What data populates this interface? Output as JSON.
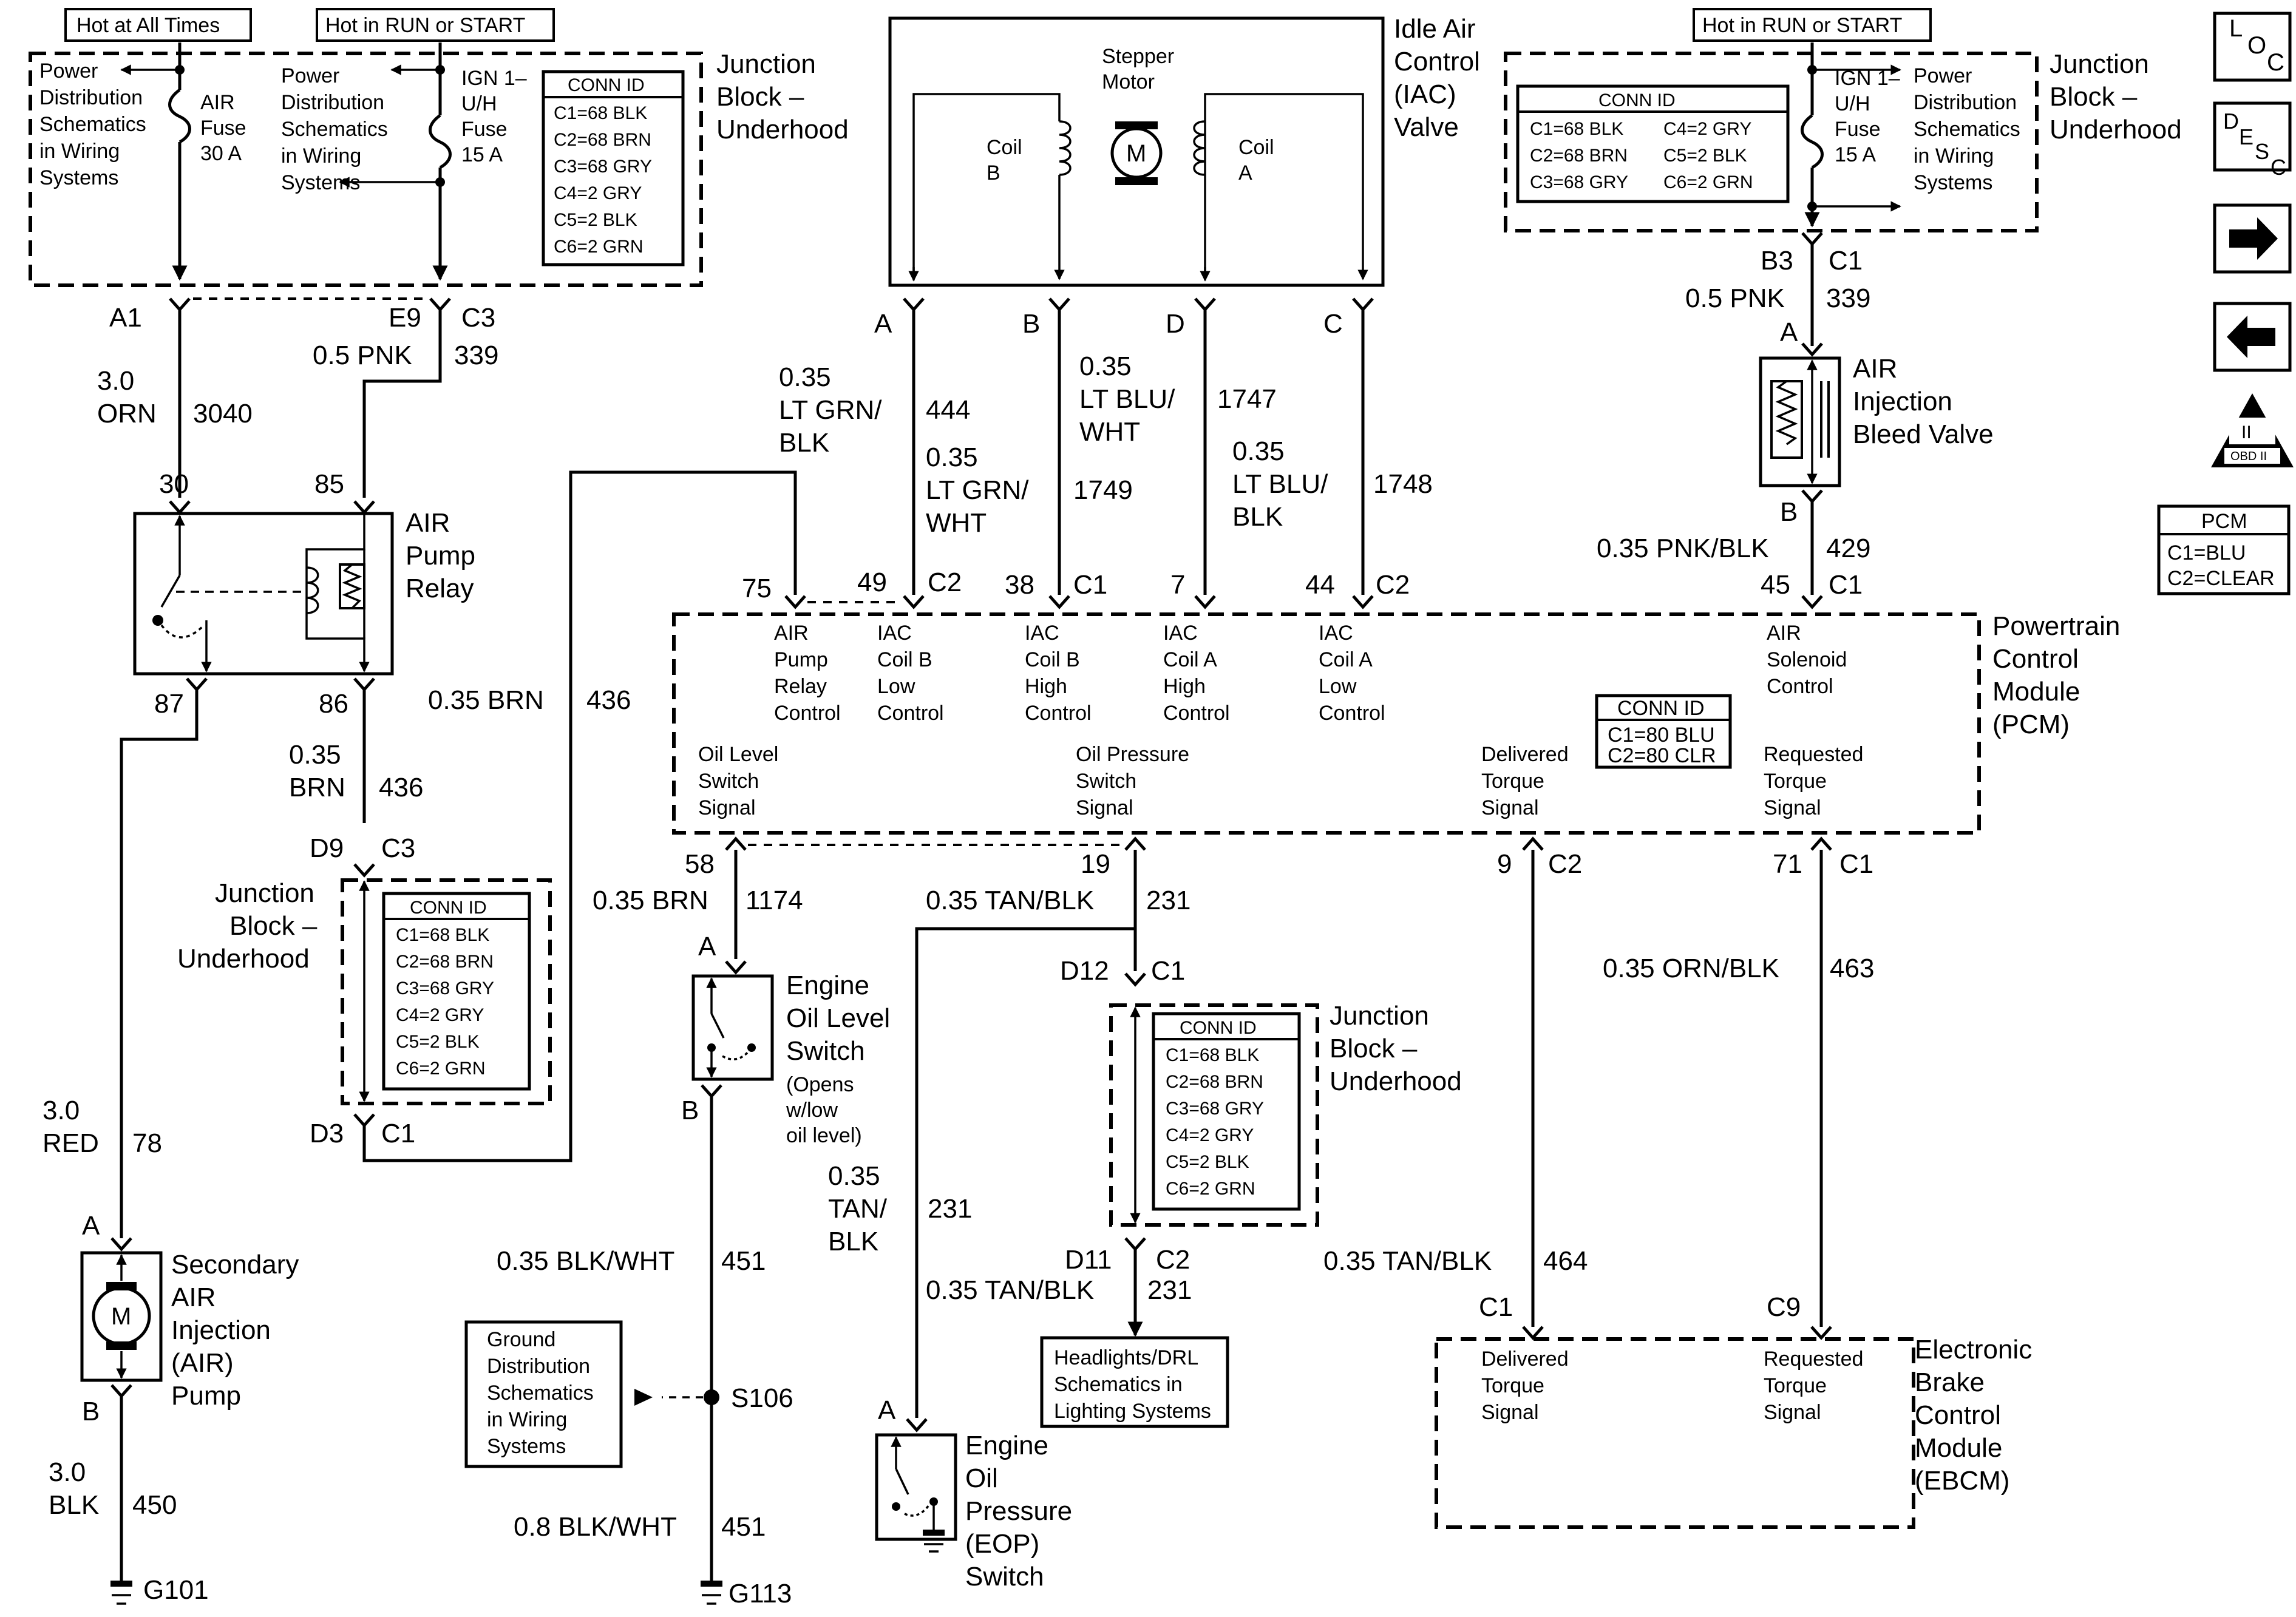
{
  "diagram": {
    "hot_labels": {
      "air_fuse": "Hot at All Times",
      "ign_left": "Hot in RUN or START",
      "ign_right": "Hot in RUN or START"
    },
    "jb_title": [
      "Junction",
      "Block –",
      "Underhood"
    ],
    "conn_id_header": "CONN ID",
    "jb_conn": [
      "C1=68 BLK",
      "C2=68 BRN",
      "C3=68 GRY",
      "C4=2 GRY",
      "C5=2 BLK",
      "C6=2 GRN"
    ],
    "power_dist": [
      "Power",
      "Distribution",
      "Schematics",
      "in Wiring",
      "Systems"
    ],
    "air_fuse": [
      "AIR",
      "Fuse",
      "30 A"
    ],
    "ign_fuse": [
      "IGN 1–",
      "U/H",
      "Fuse",
      "15 A"
    ],
    "iac": {
      "title": [
        "Idle Air",
        "Control",
        "(IAC)",
        "Valve"
      ],
      "stepper": [
        "Stepper",
        "Motor"
      ],
      "coil_b": [
        "Coil",
        "B"
      ],
      "coil_a": [
        "Coil",
        "A"
      ],
      "motor": "M",
      "pins": [
        "A",
        "B",
        "D",
        "C"
      ]
    },
    "air_relay": {
      "title": [
        "AIR",
        "Pump",
        "Relay"
      ],
      "pins": {
        "p30": "30",
        "p85": "85",
        "p87": "87",
        "p86": "86"
      }
    },
    "pcm": {
      "title": [
        "Powertrain",
        "Control",
        "Module",
        "(PCM)"
      ],
      "conn_id": [
        "C1=80 BLU",
        "C2=80 CLR"
      ],
      "legend_title": "PCM",
      "legend": [
        "C1=BLU",
        "C2=CLEAR"
      ],
      "labels": {
        "air_pump": [
          "AIR",
          "Pump",
          "Relay",
          "Control"
        ],
        "coil_b_low": [
          "IAC",
          "Coil B",
          "Low",
          "Control"
        ],
        "coil_b_high": [
          "IAC",
          "Coil B",
          "High",
          "Control"
        ],
        "coil_a_high": [
          "IAC",
          "Coil A",
          "High",
          "Control"
        ],
        "coil_a_low": [
          "IAC",
          "Coil A",
          "Low",
          "Control"
        ],
        "air_solenoid": [
          "AIR",
          "Solenoid",
          "Control"
        ],
        "oil_level": [
          "Oil Level",
          "Switch",
          "Signal"
        ],
        "oil_pressure": [
          "Oil Pressure",
          "Switch",
          "Signal"
        ],
        "delivered": [
          "Delivered",
          "Torque",
          "Signal"
        ],
        "requested": [
          "Requested",
          "Torque",
          "Signal"
        ]
      },
      "top_pins": [
        {
          "pin": "75",
          "conn": ""
        },
        {
          "pin": "49",
          "conn": "C2"
        },
        {
          "pin": "38",
          "conn": "C1"
        },
        {
          "pin": "7",
          "conn": ""
        },
        {
          "pin": "44",
          "conn": "C2"
        },
        {
          "pin": "45",
          "conn": "C1"
        }
      ],
      "bottom_pins": [
        {
          "pin": "58",
          "conn": ""
        },
        {
          "pin": "19",
          "conn": ""
        },
        {
          "pin": "9",
          "conn": "C2"
        },
        {
          "pin": "71",
          "conn": "C1"
        }
      ]
    },
    "air_bleed": {
      "title": [
        "AIR",
        "Injection",
        "Bleed Valve"
      ],
      "pin_a": "A",
      "pin_b": "B"
    },
    "oil_level_switch": {
      "title": [
        "Engine",
        "Oil Level",
        "Switch"
      ],
      "note": [
        "(Opens",
        "w/low",
        "oil level)"
      ],
      "pin_a": "A",
      "pin_b": "B"
    },
    "eop_switch": {
      "title": [
        "Engine",
        "Oil",
        "Pressure",
        "(EOP)",
        "Switch"
      ],
      "pin_a": "A"
    },
    "air_pump": {
      "title": [
        "Secondary",
        "AIR",
        "Injection",
        "(AIR)",
        "Pump"
      ],
      "motor": "M",
      "pin_a": "A",
      "pin_b": "B"
    },
    "ebcm": {
      "title": [
        "Electronic",
        "Brake",
        "Control",
        "Module",
        "(EBCM)"
      ],
      "delivered": [
        "Delivered",
        "Torque",
        "Signal"
      ],
      "requested": [
        "Requested",
        "Torque",
        "Signal"
      ],
      "c1": "C1",
      "c9": "C9"
    },
    "ground_dist": [
      "Ground",
      "Distribution",
      "Schematics",
      "in Wiring",
      "Systems"
    ],
    "headlights": [
      "Headlights/DRL",
      "Schematics in",
      "Lighting Systems"
    ],
    "splice": "S106",
    "grounds": {
      "g101": "G101",
      "g113": "G113"
    },
    "connectors": {
      "a1": "A1",
      "e9": "E9",
      "c3_top": "C3",
      "b3": "B3",
      "c1_top_right": "C1",
      "d9": "D9",
      "c3_mid": "C3",
      "d3": "D3",
      "c1_mid": "C1",
      "d12": "D12",
      "c1_lower": "C1",
      "d11": "D11",
      "c2_lower": "C2"
    },
    "wires": {
      "w3040": [
        "3.0",
        "ORN",
        "3040"
      ],
      "w339_left": [
        "0.5 PNK",
        "339"
      ],
      "w339_right": [
        "0.5 PNK",
        "339"
      ],
      "w444": [
        "0.35",
        "LT GRN/",
        "BLK",
        "444"
      ],
      "w1749": [
        "0.35",
        "LT GRN/",
        "WHT",
        "1749"
      ],
      "w1747": [
        "0.35",
        "LT BLU/",
        "WHT",
        "1747"
      ],
      "w1748": [
        "0.35",
        "LT BLU/",
        "BLK",
        "1748"
      ],
      "w429": [
        "0.35 PNK/BLK",
        "429"
      ],
      "w436_relay": [
        "0.35",
        "BRN",
        "436"
      ],
      "w436_long": [
        "0.35 BRN",
        "436"
      ],
      "w78": [
        "3.0",
        "RED",
        "78"
      ],
      "w450": [
        "3.0",
        "BLK",
        "450"
      ],
      "w1174": [
        "0.35 BRN",
        "1174"
      ],
      "w231_top": [
        "0.35 TAN/BLK",
        "231"
      ],
      "w231_eop": [
        "0.35",
        "TAN/",
        "BLK",
        "231"
      ],
      "w231_head": [
        "0.35 TAN/BLK",
        "231"
      ],
      "w451_top": [
        "0.35 BLK/WHT",
        "451"
      ],
      "w451_bottom": [
        "0.8 BLK/WHT",
        "451"
      ],
      "w463": [
        "0.35 ORN/BLK",
        "463"
      ],
      "w464": [
        "0.35 TAN/BLK",
        "464"
      ]
    },
    "nav": {
      "loc": [
        "L",
        "O",
        "C"
      ],
      "desc": [
        "D",
        "E",
        "S",
        "C"
      ],
      "obd": [
        "II",
        "OBD II"
      ]
    }
  }
}
